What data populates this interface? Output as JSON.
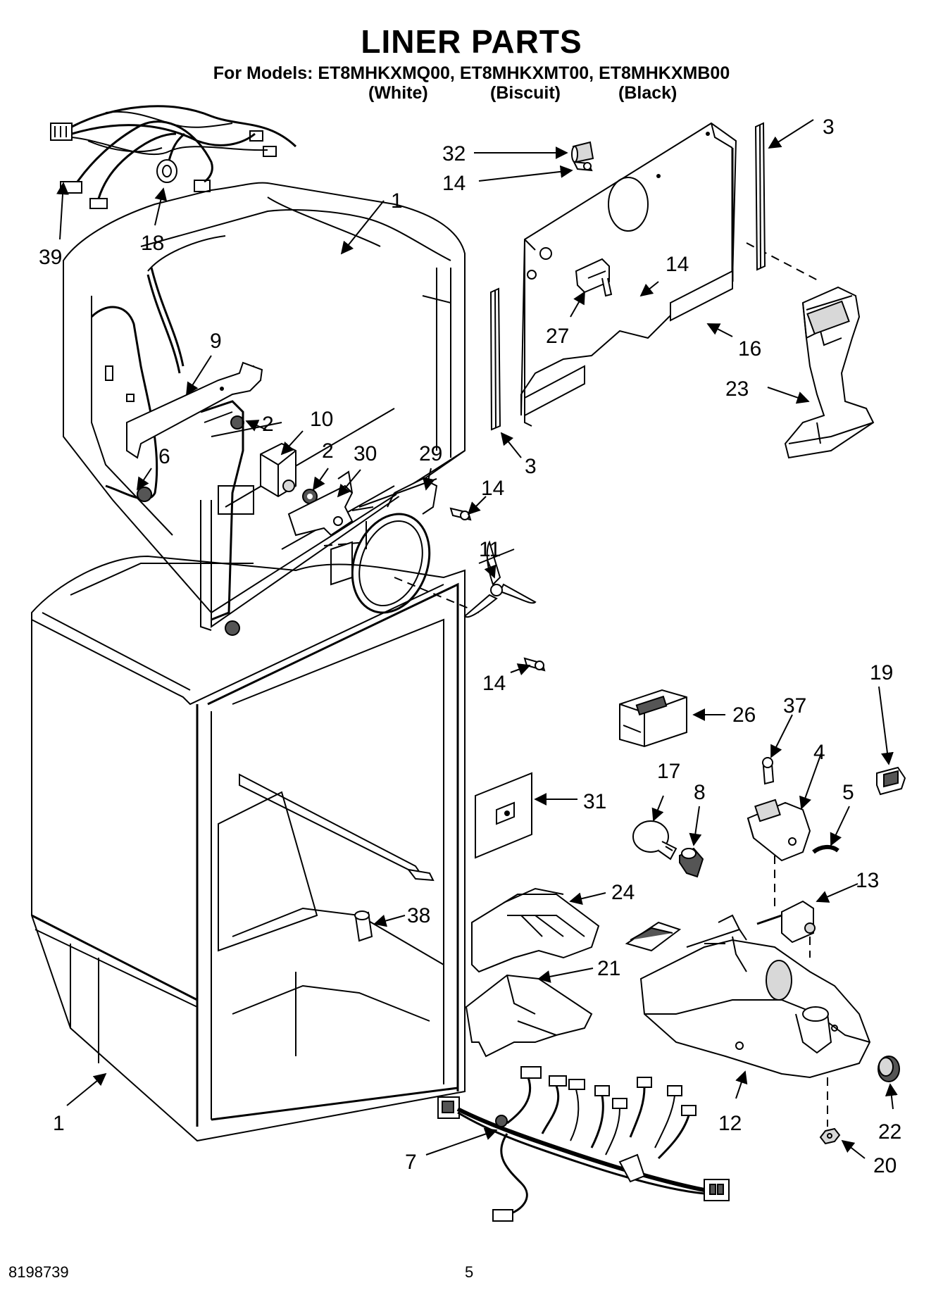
{
  "header": {
    "title": "LINER PARTS",
    "models_line": "For Models: ET8MHKXMQ00, ET8MHKXMT00, ET8MHKXMB00",
    "variants": [
      "(White)",
      "(Biscuit)",
      "(Black)"
    ]
  },
  "footer": {
    "document_number": "8198739",
    "page_number": "5"
  },
  "callouts": {
    "c1a": "1",
    "c1b": "1",
    "c2a": "2",
    "c2b": "2",
    "c3a": "3",
    "c3b": "3",
    "c4": "4",
    "c5": "5",
    "c6": "6",
    "c7": "7",
    "c8": "8",
    "c9": "9",
    "c10": "10",
    "c11": "11",
    "c12": "12",
    "c13": "13",
    "c14a": "14",
    "c14b": "14",
    "c14c": "14",
    "c14d": "14",
    "c16": "16",
    "c17": "17",
    "c18": "18",
    "c19": "19",
    "c20": "20",
    "c21": "21",
    "c22": "22",
    "c23": "23",
    "c24": "24",
    "c26": "26",
    "c27": "27",
    "c29": "29",
    "c30": "30",
    "c31": "31",
    "c32": "32",
    "c37": "37",
    "c38": "38",
    "c39": "39"
  }
}
